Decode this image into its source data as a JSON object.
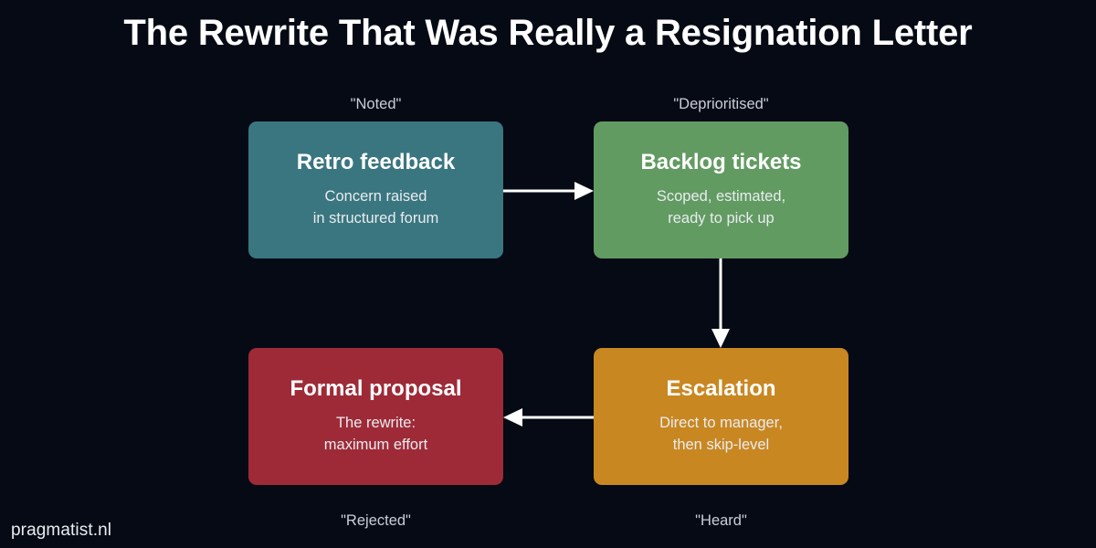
{
  "page": {
    "title": "The Rewrite That Was Really a Resignation Letter",
    "watermark": "pragmatist.nl",
    "background_color": "#050a14",
    "arrow_color": "#ffffff"
  },
  "diagram": {
    "type": "cycle-flowchart",
    "nodes": [
      {
        "id": "retro-feedback",
        "title": "Retro feedback",
        "subtitle": "Concern raised\nin structured forum",
        "color": "#3a7680",
        "edge_label": "\"Noted\"",
        "label_position": "above"
      },
      {
        "id": "backlog-tickets",
        "title": "Backlog tickets",
        "subtitle": "Scoped, estimated,\nready to pick up",
        "color": "#629b62",
        "edge_label": "\"Deprioritised\"",
        "label_position": "above"
      },
      {
        "id": "formal-proposal",
        "title": "Formal proposal",
        "subtitle": "The rewrite:\nmaximum effort",
        "color": "#9e2a38",
        "edge_label": "\"Rejected\"",
        "label_position": "below"
      },
      {
        "id": "escalation",
        "title": "Escalation",
        "subtitle": "Direct to manager,\nthen skip-level",
        "color": "#c98722",
        "edge_label": "\"Heard\"",
        "label_position": "below"
      }
    ],
    "edges": [
      {
        "id": "retro-to-backlog",
        "from": "retro-feedback",
        "to": "backlog-tickets",
        "direction": "right"
      },
      {
        "id": "backlog-to-escalation",
        "from": "backlog-tickets",
        "to": "escalation",
        "direction": "down"
      },
      {
        "id": "escalation-to-proposal",
        "from": "escalation",
        "to": "formal-proposal",
        "direction": "left"
      }
    ]
  }
}
